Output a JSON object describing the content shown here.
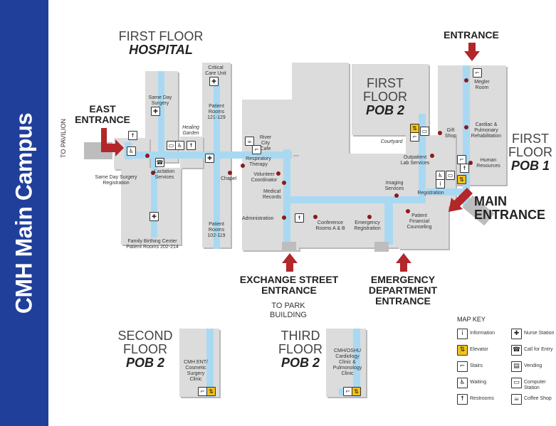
{
  "sidebar": {
    "title": "CMH Main Campus"
  },
  "floors": {
    "first_hospital": {
      "line1": "FIRST FLOOR",
      "line2": "HOSPITAL"
    },
    "first_pob2": {
      "line1": "FIRST",
      "line2": "FLOOR",
      "line3": "POB 2"
    },
    "first_pob1": {
      "line1": "FIRST",
      "line2": "FLOOR",
      "line3": "POB 1"
    },
    "second_pob2": {
      "line1": "SECOND",
      "line2": "FLOOR",
      "line3": "POB 2"
    },
    "third_pob2": {
      "line1": "THIRD",
      "line2": "FLOOR",
      "line3": "POB 2"
    }
  },
  "entrances": {
    "east": {
      "line1": "EAST",
      "line2": "ENTRANCE"
    },
    "top": "ENTRANCE",
    "main": {
      "line1": "MAIN",
      "line2": "ENTRANCE"
    },
    "exchange": {
      "line1": "EXCHANGE STREET",
      "line2": "ENTRANCE"
    },
    "emergency": {
      "line1": "EMERGENCY",
      "line2": "DEPARTMENT",
      "line3": "ENTRANCE"
    }
  },
  "directions": {
    "pavilion": "TO PAVILION",
    "park": {
      "line1": "TO PARK",
      "line2": "BUILDING"
    }
  },
  "labels": {
    "critical_care": {
      "l1": "Critical",
      "l2": "Care Unit"
    },
    "same_day_surgery": {
      "l1": "Same Day",
      "l2": "Surgery"
    },
    "healing_garden": {
      "l1": "Healing",
      "l2": "Garden"
    },
    "patient_rooms_121": {
      "l1": "Patient",
      "l2": "Rooms",
      "l3": "121-129"
    },
    "river_city": {
      "l1": "River",
      "l2": "City",
      "l3": "Cafe"
    },
    "respiratory": {
      "l1": "Respiratory",
      "l2": "Therapy"
    },
    "chapel": "Chapel",
    "volunteer": {
      "l1": "Volunteer",
      "l2": "Coordinator"
    },
    "medical_records": {
      "l1": "Medical",
      "l2": "Records"
    },
    "administration": "Administration",
    "lactation": {
      "l1": "Lactation",
      "l2": "Services"
    },
    "sds_registration": {
      "l1": "Same Day Surgery",
      "l2": "Registration"
    },
    "patient_rooms_102": {
      "l1": "Patient",
      "l2": "Rooms",
      "l3": "102-119"
    },
    "family_birthing": {
      "l1": "Family Birthing Center",
      "l2": "Patient Rooms 202-214"
    },
    "conference": {
      "l1": "Conference",
      "l2": "Rooms A & B"
    },
    "emergency_reg": {
      "l1": "Emergency",
      "l2": "Registration"
    },
    "patient_fin": {
      "l1": "Patient",
      "l2": "Financial",
      "l3": "Counseling"
    },
    "registration": "Registration",
    "imaging": {
      "l1": "Imaging",
      "l2": "Services"
    },
    "outpatient_lab": {
      "l1": "Outpatient",
      "l2": "Lab Services"
    },
    "courtyard": "Courtyard",
    "gift_shop": {
      "l1": "Gift",
      "l2": "Shop"
    },
    "megler": {
      "l1": "Megler",
      "l2": "Room"
    },
    "cardiac": {
      "l1": "Cardiac &",
      "l2": "Pulmonary",
      "l3": "Rehabilitation"
    },
    "human_resources": {
      "l1": "Human",
      "l2": "Resources"
    },
    "cmh_ent": {
      "l1": "CMH ENT/",
      "l2": "Cosmetic",
      "l3": "Surgery",
      "l4": "Clinic"
    },
    "cmh_oshu": {
      "l1": "CMH/OSHU",
      "l2": "Cardiology",
      "l3": "Clinic &",
      "l4": "Pulmonology",
      "l5": "Clinic"
    }
  },
  "map_key": {
    "title": "MAP KEY",
    "items": [
      {
        "icon": "information-icon",
        "glyph": "i",
        "label": "Information"
      },
      {
        "icon": "nurse-station-icon",
        "glyph": "✚",
        "label": "Nurse Station"
      },
      {
        "icon": "elevator-icon",
        "glyph": "⇅",
        "label": "Elevator"
      },
      {
        "icon": "call-for-entry-icon",
        "glyph": "☎",
        "label": "Call for Entry"
      },
      {
        "icon": "stairs-icon",
        "glyph": "⌐",
        "label": "Stairs"
      },
      {
        "icon": "vending-icon",
        "glyph": "▤",
        "label": "Vending"
      },
      {
        "icon": "waiting-icon",
        "glyph": "♿",
        "label": "Waiting"
      },
      {
        "icon": "computer-station-icon",
        "glyph": "▭",
        "label": "Computer Station"
      },
      {
        "icon": "restrooms-icon",
        "glyph": "☨",
        "label": "Restrooms"
      },
      {
        "icon": "coffee-shop-icon",
        "glyph": "☕",
        "label": "Coffee Shop"
      }
    ]
  },
  "colors": {
    "sidebar": "#1f3f9a",
    "corridor": "#a9d9f2",
    "building": "#dcdcdc",
    "arrow": "#b3262a",
    "dot": "#8b1a1a",
    "elevator": "#f3c11a"
  }
}
